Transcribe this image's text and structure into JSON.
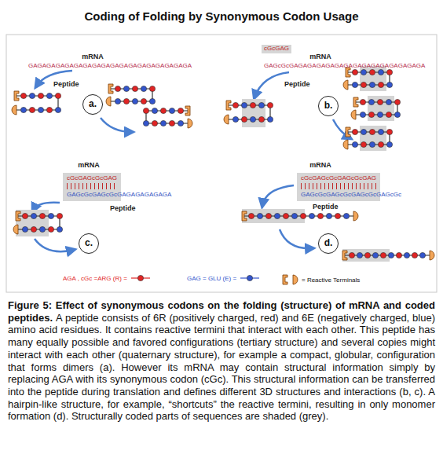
{
  "diagram": {
    "title": "Coding of Folding by Synonymous Codon Usage",
    "caption": "Figure 5: Effect of synonymous codons on the folding (structure) of mRNA and coded peptides.",
    "nodes": [
      {
        "text": [
          "a."
        ]
      },
      {
        "text": [
          "cGcGAG"
        ]
      },
      {
        "text": [
          "b."
        ]
      },
      {
        "text": [
          "cGcGAGcGcGAG"
        ]
      },
      {
        "text": [
          "c."
        ]
      },
      {
        "text": [
          "cGcGAGcGcGAGcGcGAG"
        ]
      },
      {
        "text": [
          "d."
        ]
      }
    ],
    "labels": [
      "mRNA",
      "GAGAGAGAGAGAGAGAGAGAGAGAGAGAGAGAGAGA",
      "Peptide",
      "mRNA",
      "GAGcGcGAGAGAGAGAGAGAGAGAGAGAGAGAGAGA",
      "Peptide",
      "mRNA",
      "GAGcGcGAGcGcGAGAGAGAGAGA",
      "Peptide",
      "mRNA",
      "GAGcGcGAGcGcGAGcGcGAGcGc",
      "Peptide",
      "A peptide consists of 6R (positively charged, red) and 6E (negatively charged, blue) amino acid residues. It contains reactive termini that interact with each other. This peptide has many equally possible and favored configurations (tertiary structure) and several copies might interact with each other (quaternary structure), for example a compact, globular, configuration that forms dimers (a). However its mRNA may contain structural information simply by replacing AGA with its synonymous codon (cGc). This structural information can be transferred into the peptide during translation and defines different 3D structures and interactions (b, c). A hairpin-like structure, for example, “shortcuts” the reactive termini, resulting in only monomer formation (d). Structurally coded parts of sequences are shaded (grey)."
    ],
    "legend": [
      {
        "text": "AGA , cGc =ARG (R) ="
      },
      {
        "text": "GAG = GLU (E) ="
      },
      {
        "text": "= Reactive Terminals"
      }
    ]
  }
}
